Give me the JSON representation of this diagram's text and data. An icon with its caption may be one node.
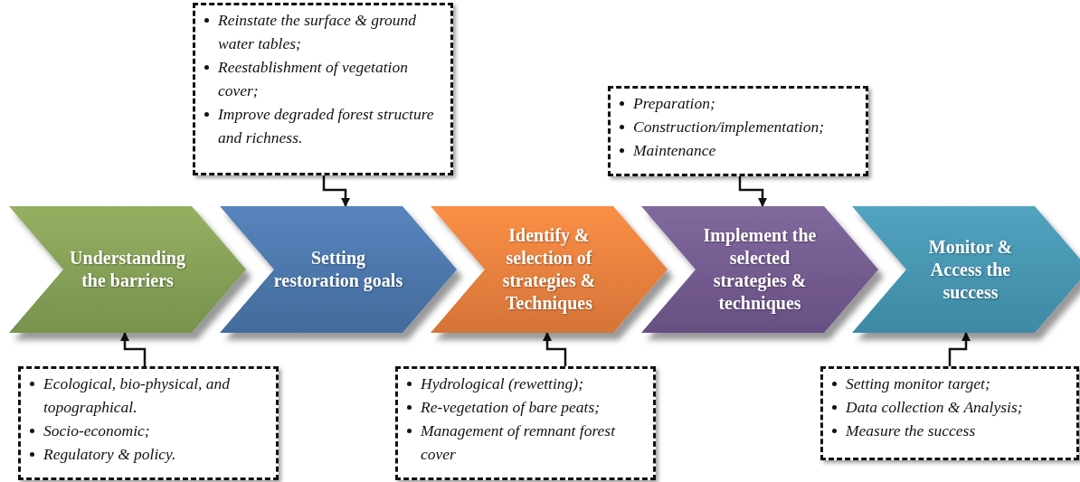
{
  "diagram": {
    "nodes": [
      {
        "text": [
          "Understanding the barriers"
        ]
      },
      {
        "text": [
          "Setting restoration goals"
        ]
      },
      {
        "text": [
          "Identify & selection of strategies & Techniques"
        ]
      },
      {
        "text": [
          "Implement the selected strategies & techniques"
        ]
      },
      {
        "text": [
          "Monitor & Access the success"
        ]
      },
      {
        "text": [
          "Reinstate the surface & ground water tables;",
          "Reestablishment of vegetation cover;",
          "Improve degraded forest structure and richness."
        ]
      },
      {
        "text": [
          "Preparation;",
          "Construction/implementation;",
          "Maintenance"
        ]
      },
      {
        "text": [
          "Ecological, bio-physical, and topographical.",
          "Socio-economic;",
          "Regulatory & policy."
        ]
      },
      {
        "text": [
          "Hydrological (rewetting);",
          "Re-vegetation of bare peats;",
          "Management of remnant forest cover"
        ]
      },
      {
        "text": [
          "Setting monitor target;",
          "Data collection & Analysis;",
          "Measure the success"
        ]
      }
    ],
    "edges": [
      {
        "from": 5,
        "to": 1,
        "arrow": "to"
      },
      {
        "from": 6,
        "to": 3,
        "arrow": "to"
      },
      {
        "from": 7,
        "to": 0,
        "arrow": "to"
      },
      {
        "from": 8,
        "to": 2,
        "arrow": "to"
      },
      {
        "from": 9,
        "to": 4,
        "arrow": "to"
      }
    ]
  }
}
